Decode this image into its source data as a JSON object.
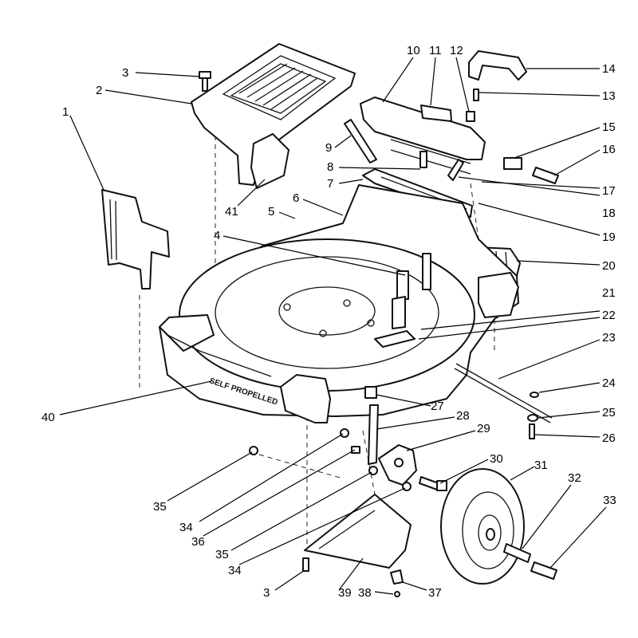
{
  "diagram": {
    "deck_label": "SELF PROPELLED",
    "callouts": [
      {
        "id": "c1",
        "label": "1"
      },
      {
        "id": "c2",
        "label": "2"
      },
      {
        "id": "c3a",
        "label": "3"
      },
      {
        "id": "c4",
        "label": "4"
      },
      {
        "id": "c5",
        "label": "5"
      },
      {
        "id": "c6",
        "label": "6"
      },
      {
        "id": "c7",
        "label": "7"
      },
      {
        "id": "c8",
        "label": "8"
      },
      {
        "id": "c9",
        "label": "9"
      },
      {
        "id": "c10",
        "label": "10"
      },
      {
        "id": "c11",
        "label": "11"
      },
      {
        "id": "c12",
        "label": "12"
      },
      {
        "id": "c13",
        "label": "13"
      },
      {
        "id": "c14",
        "label": "14"
      },
      {
        "id": "c15",
        "label": "15"
      },
      {
        "id": "c16",
        "label": "16"
      },
      {
        "id": "c17",
        "label": "17"
      },
      {
        "id": "c18",
        "label": "18"
      },
      {
        "id": "c19",
        "label": "19"
      },
      {
        "id": "c20",
        "label": "20"
      },
      {
        "id": "c21",
        "label": "21"
      },
      {
        "id": "c22",
        "label": "22"
      },
      {
        "id": "c23",
        "label": "23"
      },
      {
        "id": "c24",
        "label": "24"
      },
      {
        "id": "c25",
        "label": "25"
      },
      {
        "id": "c26",
        "label": "26"
      },
      {
        "id": "c27",
        "label": "27"
      },
      {
        "id": "c28",
        "label": "28"
      },
      {
        "id": "c29",
        "label": "29"
      },
      {
        "id": "c30",
        "label": "30"
      },
      {
        "id": "c31",
        "label": "31"
      },
      {
        "id": "c32",
        "label": "32"
      },
      {
        "id": "c33",
        "label": "33"
      },
      {
        "id": "c34a",
        "label": "34"
      },
      {
        "id": "c34b",
        "label": "34"
      },
      {
        "id": "c35a",
        "label": "35"
      },
      {
        "id": "c35b",
        "label": "35"
      },
      {
        "id": "c36",
        "label": "36"
      },
      {
        "id": "c37",
        "label": "37"
      },
      {
        "id": "c38",
        "label": "38"
      },
      {
        "id": "c39",
        "label": "39"
      },
      {
        "id": "c3b",
        "label": "3"
      },
      {
        "id": "c40",
        "label": "40"
      },
      {
        "id": "c41",
        "label": "41"
      }
    ]
  }
}
